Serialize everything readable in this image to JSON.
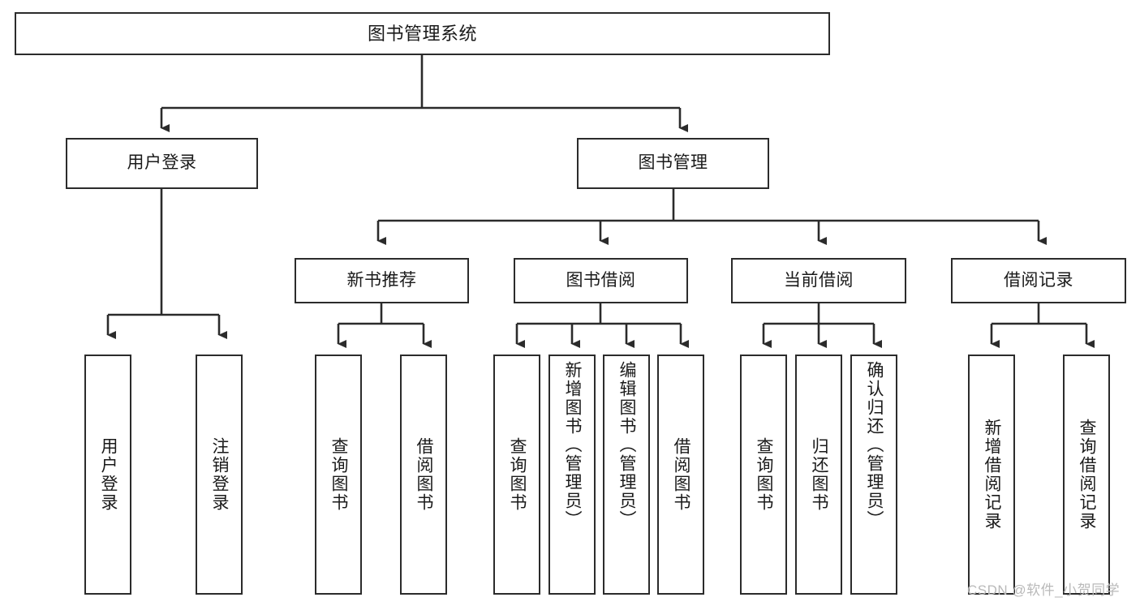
{
  "diagram": {
    "type": "tree-hierarchy",
    "title": "图书管理系统",
    "root": {
      "label": "图书管理系统"
    },
    "level1": [
      {
        "label": "用户登录"
      },
      {
        "label": "图书管理"
      }
    ],
    "level2": [
      {
        "label": "新书推荐"
      },
      {
        "label": "图书借阅"
      },
      {
        "label": "当前借阅"
      },
      {
        "label": "借阅记录"
      }
    ],
    "leaves": {
      "user_login": [
        {
          "label": "用户登录"
        },
        {
          "label": "注销登录"
        }
      ],
      "new_book_recommend": [
        {
          "label": "查询图书"
        },
        {
          "label": "借阅图书"
        }
      ],
      "book_borrow": [
        {
          "label": "查询图书"
        },
        {
          "label": "新增图书（管理员）"
        },
        {
          "label": "编辑图书（管理员）"
        },
        {
          "label": "借阅图书"
        }
      ],
      "current_borrow": [
        {
          "label": "查询图书"
        },
        {
          "label": "归还图书"
        },
        {
          "label": "确认归还（管理员）"
        }
      ],
      "borrow_record": [
        {
          "label": "新增借阅记录"
        },
        {
          "label": "查询借阅记录"
        }
      ]
    },
    "watermark": "CSDN @软件_小贺同学",
    "colors": {
      "stroke": "#2b2b2b",
      "fill": "#ffffff",
      "text": "#1a1a1a",
      "watermark": "#b9b9b9"
    }
  }
}
